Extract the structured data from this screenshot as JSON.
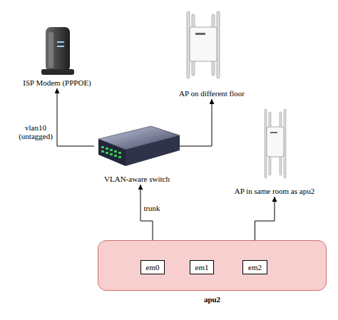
{
  "diagram": {
    "nodes": [
      {
        "text": [
          "ISP Modem (PPPOE)"
        ]
      },
      {
        "text": [
          "AP on different floor"
        ]
      },
      {
        "text": [
          "VLAN-aware switch"
        ]
      },
      {
        "text": [
          "AP in same room as apu2"
        ]
      },
      {
        "text": [
          "apu2"
        ]
      },
      {
        "text": [
          "em0"
        ],
        "in": 4
      },
      {
        "text": [
          "em1"
        ],
        "in": 4
      },
      {
        "text": [
          "em2"
        ],
        "in": 4
      }
    ],
    "edges": [
      {
        "from": 2,
        "to": 0,
        "arrow": "to",
        "label": "vlan10 (untagged)"
      },
      {
        "from": 2,
        "to": 1,
        "arrow": "to"
      },
      {
        "from": 5,
        "to": 2,
        "arrow": "to",
        "label": "trunk"
      },
      {
        "from": 7,
        "to": 3,
        "arrow": "to"
      }
    ]
  }
}
